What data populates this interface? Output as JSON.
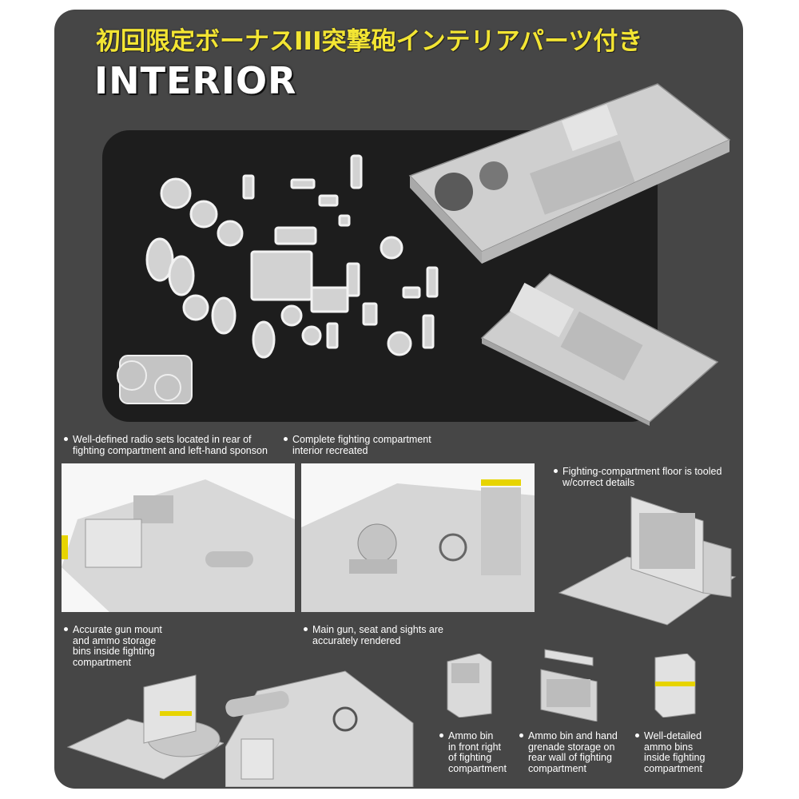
{
  "header": {
    "jp_title": "初回限定ボーナスIII突撃砲インテリアパーツ付き",
    "en_title": "INTERIOR"
  },
  "colors": {
    "panel": "#464646",
    "sprue_bg": "#1d1d1d",
    "title_yellow": "#f3e533",
    "part_gray": "#c8c8c8"
  },
  "captions": {
    "radio_sets": [
      "Well-defined radio sets located in rear of",
      "fighting compartment and left-hand sponson"
    ],
    "fighting_compartment": [
      "Complete fighting compartment",
      "interior recreated"
    ],
    "floor": [
      "Fighting-compartment floor is tooled",
      "w/correct details"
    ],
    "gun_mount": [
      "Accurate gun mount",
      "and ammo storage",
      "bins inside fighting",
      "compartment"
    ],
    "main_gun": [
      "Main gun, seat and sights are",
      "accurately rendered"
    ],
    "ammo_front": [
      "Ammo bin",
      "in front right",
      "of fighting",
      "compartment"
    ],
    "ammo_rear": [
      "Ammo bin and hand",
      "grenade storage on",
      "rear wall of fighting",
      "compartment"
    ],
    "ammo_bins": [
      "Well-detailed",
      "ammo bins",
      "inside fighting",
      "compartment"
    ]
  }
}
